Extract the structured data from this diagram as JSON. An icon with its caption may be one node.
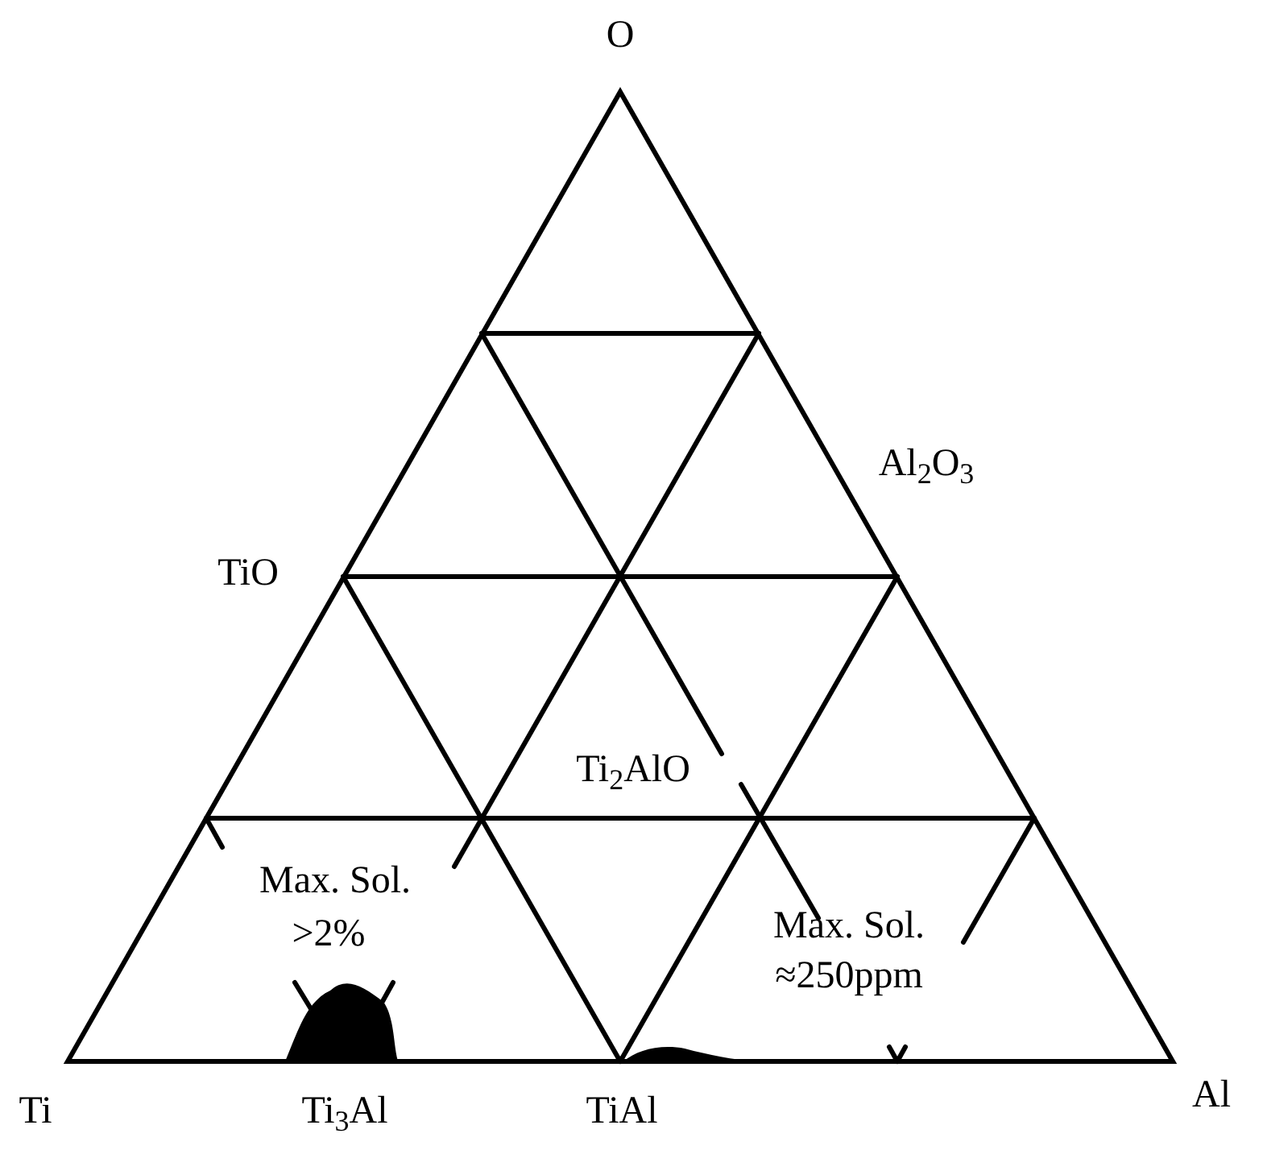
{
  "diagram": {
    "labels": [
      "O",
      "Al$_{2}$O$_{3}$",
      "TiO",
      "Ti$_{2}$AlO",
      "Max. Sol.",
      ">2%",
      "Max. Sol.",
      "≈250ppm",
      "Ti",
      "Ti$_{3}$Al",
      "TiAl",
      "Al"
    ]
  }
}
